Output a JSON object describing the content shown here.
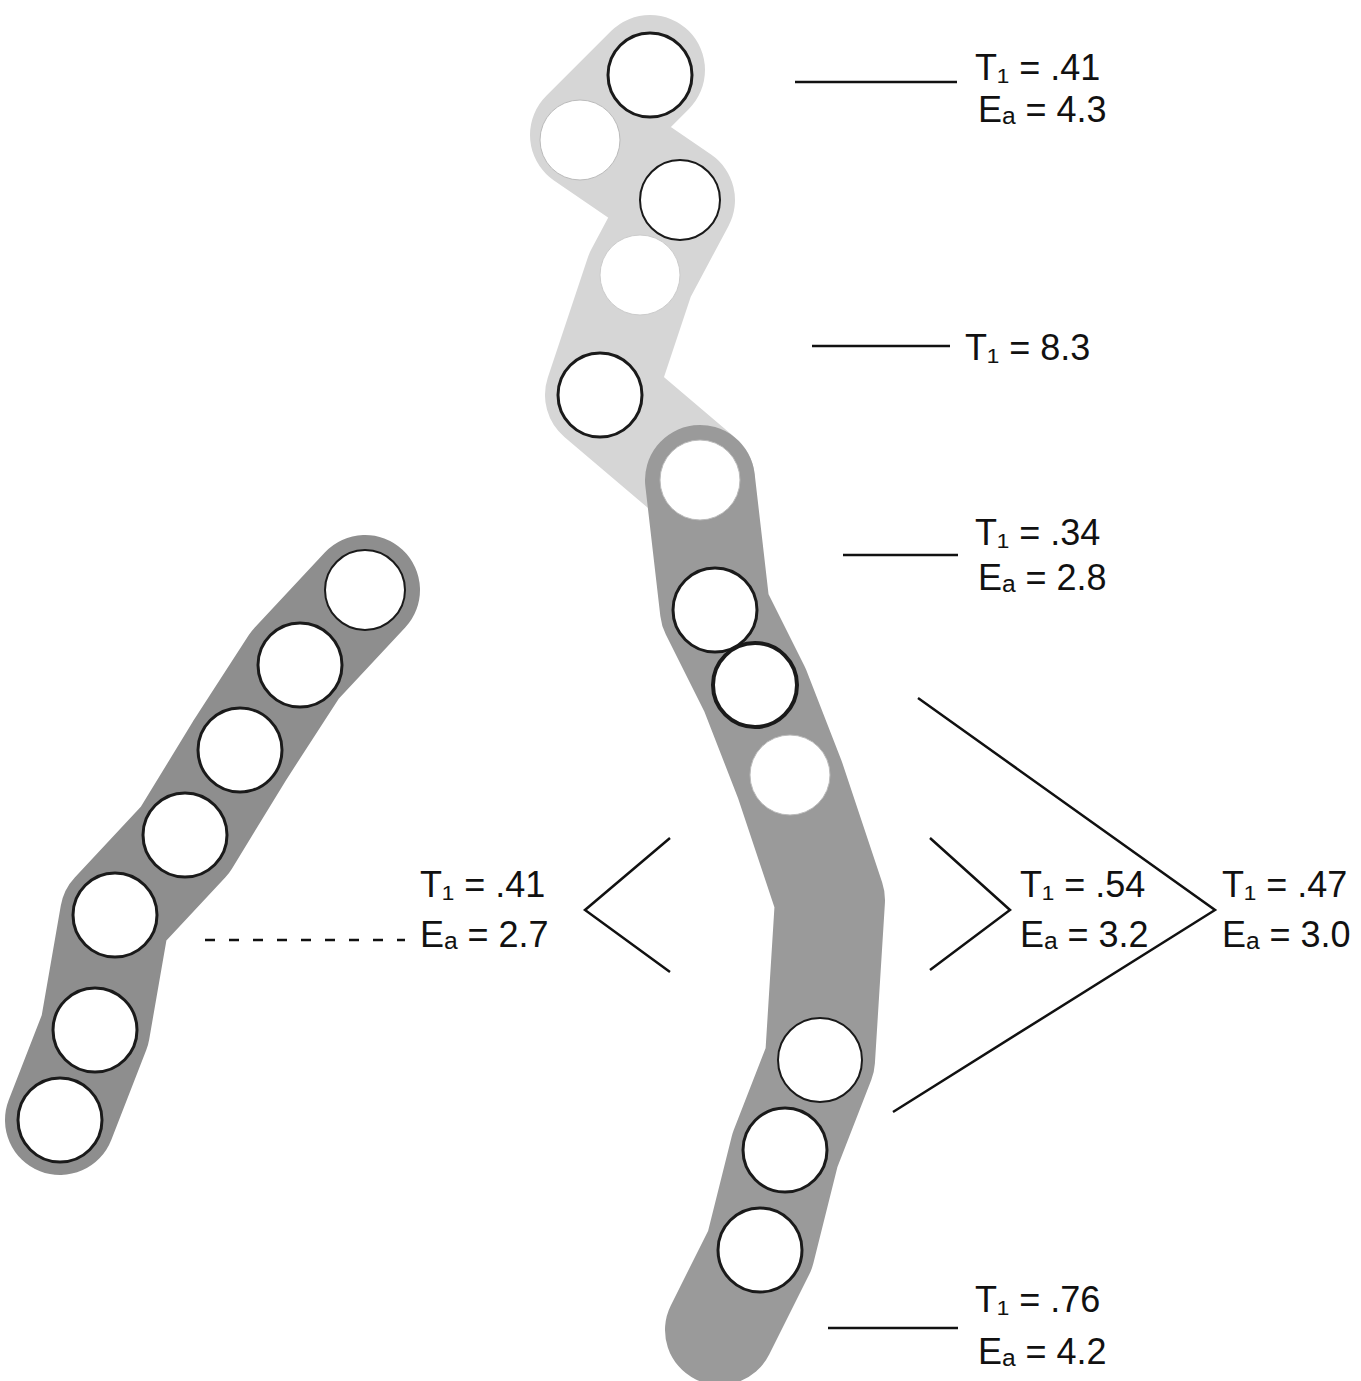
{
  "diagram": {
    "labels": [
      "T₁ = .41",
      "Eₐ = 4.3",
      "T₁ = 8.3",
      "T₁ = .34",
      "Eₐ = 2.8",
      "T₁ = .41",
      "Eₐ = 2.7",
      "T₁ = .54",
      "Eₐ = 3.2",
      "T₁ = .47",
      "Eₐ = 3.0",
      "T₁ = .76",
      "Eₐ = 4.2"
    ]
  }
}
